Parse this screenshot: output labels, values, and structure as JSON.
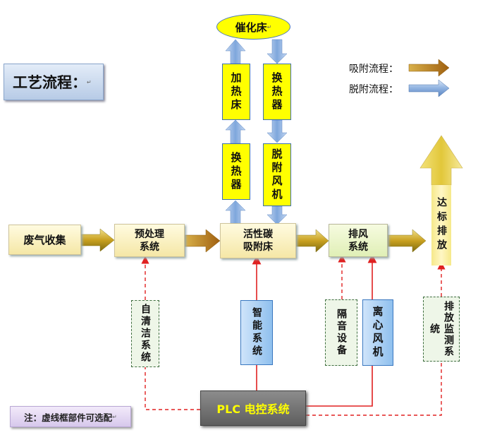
{
  "title": "工艺流程：",
  "legend": {
    "adsorption": "吸附流程：",
    "desorption": "脱附流程："
  },
  "nodes": {
    "catalytic_bed": "催化床",
    "heating_bed": "加热床",
    "heat_exchanger_right": "换热器",
    "heat_exchanger_left": "换热器",
    "desorption_fan": "脱附风机",
    "waste_gas": "废气收集",
    "pretreatment": "预处理\n系统",
    "carbon_bed": "活性碳\n吸附床",
    "exhaust_system": "排风\n系统",
    "discharge": "达标排放",
    "self_clean": "自清洁系统",
    "smart_system": "智能系统",
    "sound_insulation": "隔音设备",
    "centrifugal_fan": "离心风机",
    "emission_monitor": "排放监测系统",
    "plc": "PLC 电控系统"
  },
  "note": "注：虚线框部件可选配",
  "colors": {
    "adsorption": "#c89a1a",
    "desorption": "#7aa4d8",
    "red_line": "#e02020"
  }
}
